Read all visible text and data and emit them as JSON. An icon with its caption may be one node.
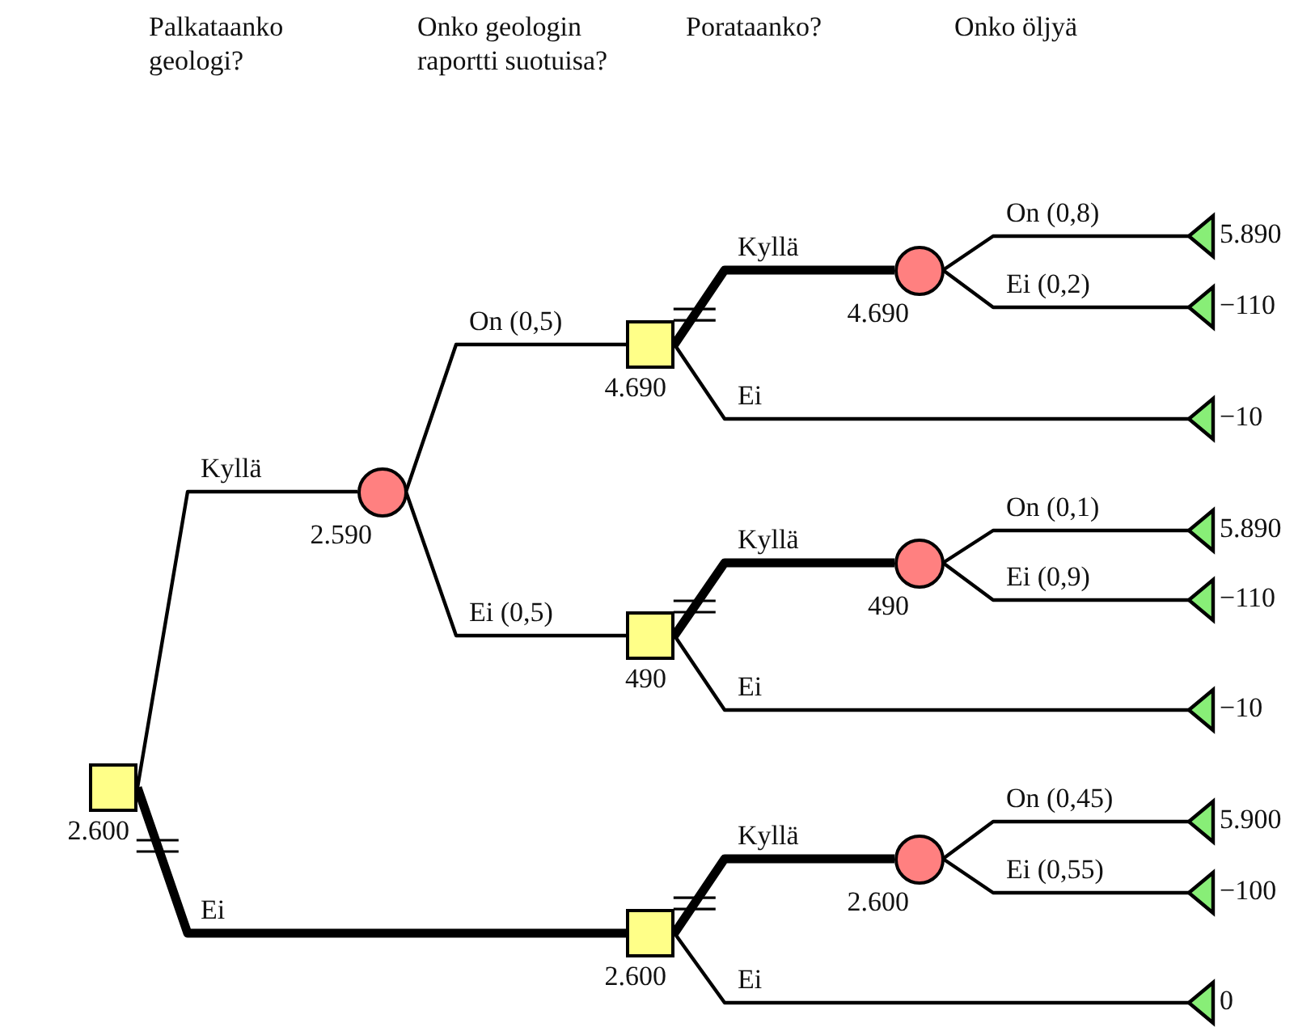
{
  "diagram": {
    "nodes": [
      {
        "text": [],
        "shape": "box",
        "beside": [
          "2.600"
        ]
      },
      {
        "text": [],
        "shape": "circle",
        "beside": [
          "2.590"
        ]
      },
      {
        "text": [],
        "shape": "box",
        "beside": [
          "4.690"
        ]
      },
      {
        "text": [],
        "shape": "circle",
        "beside": [
          "4.690"
        ]
      },
      {
        "text": [],
        "shape": "triangle",
        "beside": [
          "5.890"
        ]
      },
      {
        "text": [],
        "shape": "triangle",
        "beside": [
          "−110"
        ]
      },
      {
        "text": [],
        "shape": "triangle",
        "beside": [
          "−10"
        ]
      },
      {
        "text": [],
        "shape": "box",
        "beside": [
          "490"
        ]
      },
      {
        "text": [],
        "shape": "circle",
        "beside": [
          "490"
        ]
      },
      {
        "text": [],
        "shape": "triangle",
        "beside": [
          "5.890"
        ]
      },
      {
        "text": [],
        "shape": "triangle",
        "beside": [
          "−110"
        ]
      },
      {
        "text": [],
        "shape": "triangle",
        "beside": [
          "−10"
        ]
      },
      {
        "text": [],
        "shape": "box",
        "beside": [
          "2.600"
        ]
      },
      {
        "text": [],
        "shape": "circle",
        "beside": [
          "2.600"
        ]
      },
      {
        "text": [],
        "shape": "triangle",
        "beside": [
          "5.900"
        ]
      },
      {
        "text": [],
        "shape": "triangle",
        "beside": [
          "−100"
        ]
      },
      {
        "text": [],
        "shape": "triangle",
        "beside": [
          "0"
        ]
      }
    ],
    "edges": [
      {
        "from": 0,
        "to": 1,
        "arrow": "none",
        "label": "Kyllä"
      },
      {
        "from": 0,
        "to": 12,
        "arrow": "none",
        "label": "Ei",
        "style": "thick"
      },
      {
        "from": 1,
        "to": 2,
        "arrow": "none",
        "label": "On (0,5)"
      },
      {
        "from": 1,
        "to": 7,
        "arrow": "none",
        "label": "Ei (0,5)"
      },
      {
        "from": 2,
        "to": 3,
        "arrow": "none",
        "label": "Kyllä",
        "style": "thick"
      },
      {
        "from": 2,
        "to": 6,
        "arrow": "none",
        "label": "Ei"
      },
      {
        "from": 3,
        "to": 4,
        "arrow": "none",
        "label": "On (0,8)"
      },
      {
        "from": 3,
        "to": 5,
        "arrow": "none",
        "label": "Ei (0,2)"
      },
      {
        "from": 7,
        "to": 8,
        "arrow": "none",
        "label": "Kyllä",
        "style": "thick"
      },
      {
        "from": 7,
        "to": 11,
        "arrow": "none",
        "label": "Ei"
      },
      {
        "from": 8,
        "to": 9,
        "arrow": "none",
        "label": "On (0,1)"
      },
      {
        "from": 8,
        "to": 10,
        "arrow": "none",
        "label": "Ei (0,9)"
      },
      {
        "from": 12,
        "to": 13,
        "arrow": "none",
        "label": "Kyllä",
        "style": "thick"
      },
      {
        "from": 12,
        "to": 16,
        "arrow": "none",
        "label": "Ei"
      },
      {
        "from": 13,
        "to": 14,
        "arrow": "none",
        "label": "On (0,45)"
      },
      {
        "from": 13,
        "to": 15,
        "arrow": "none",
        "label": "Ei (0,55)"
      }
    ],
    "labels": [
      "Palkataanko geologi?",
      "Onko geologin raportti suotuisa?",
      "Porataanko?",
      "Onko öljyä"
    ]
  }
}
